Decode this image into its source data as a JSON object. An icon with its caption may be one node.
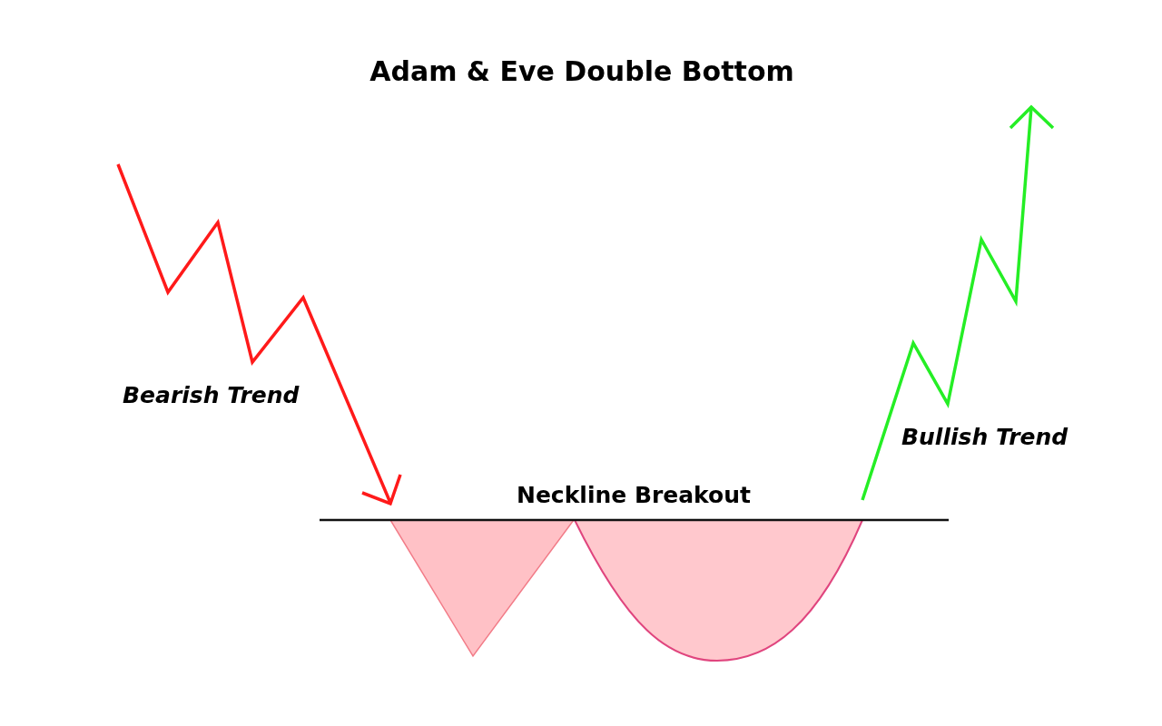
{
  "diagram": {
    "title": "Adam & Eve Double Bottom",
    "nodes": [
      {
        "text": [],
        "shape": "triangle"
      },
      {
        "text": [],
        "shape": "bowl"
      }
    ],
    "labels": [
      "Bearish Trend",
      "Bullish Trend",
      "Neckline Breakout"
    ]
  }
}
